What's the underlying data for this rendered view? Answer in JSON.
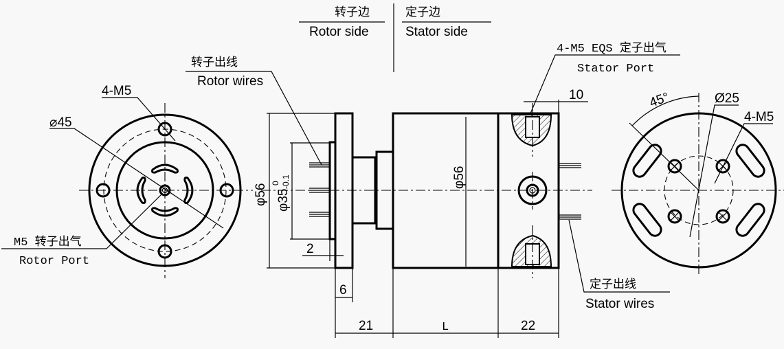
{
  "header": {
    "rotor_side_cn": "转子边",
    "rotor_side_en": "Rotor side",
    "stator_side_cn": "定子边",
    "stator_side_en": "Stator side"
  },
  "left_view": {
    "holes_label": "4-M5",
    "pcd_label": "⌀45",
    "port_label_cn": "M5 转子出气",
    "port_label_en": "Rotor Port"
  },
  "side_view": {
    "rotor_wires_cn": "转子出线",
    "rotor_wires_en": "Rotor wires",
    "stator_port_cn": "4-M5 EQS 定子出气",
    "stator_port_en": "Stator Port",
    "stator_wires_cn": "定子出线",
    "stator_wires_en": "Stator wires",
    "dim_outer_dia": "φ56",
    "dim_flange_dia": "φ35",
    "dim_flange_tol_upper": "0",
    "dim_flange_tol_lower": "-0.1",
    "dim_body_dia": "φ56",
    "dim_2": "2",
    "dim_6": "6",
    "dim_10": "10",
    "dim_21": "21",
    "dim_L": "L",
    "dim_22": "22"
  },
  "right_view": {
    "angle_label": "45°",
    "pcd_label": "Ø25",
    "holes_label": "4-M5"
  }
}
